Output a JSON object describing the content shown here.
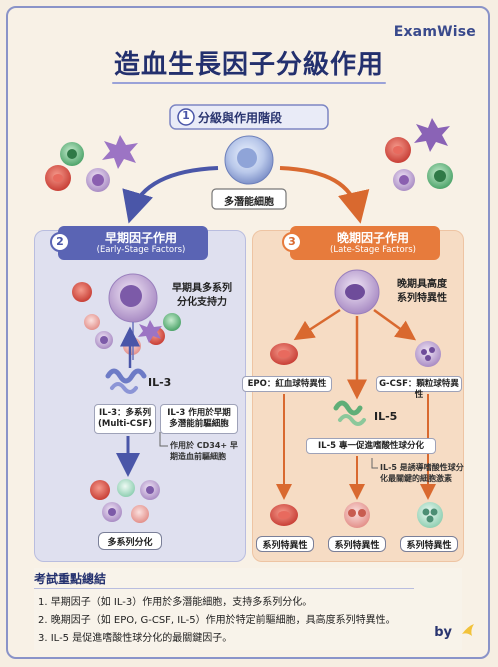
{
  "brand": "ExamWise",
  "title": "造血生長因子分級作用",
  "stage": {
    "number": "1",
    "label": "分級與作用階段"
  },
  "stem_cell_label": "多潛能細胞",
  "early": {
    "number": "2",
    "title": "早期因子作用",
    "subtitle": "(Early-Stage Factors)",
    "support_line1": "早期具多系列",
    "support_line2": "分化支持力",
    "factor": "IL-3",
    "box1_line1": "IL-3：多系列",
    "box1_line2": "(Multi-CSF)",
    "box2_line1": "IL-3 作用於早期",
    "box2_line2": "多潛能前驅細胞",
    "note_line1": "作用於 CD34+ 早",
    "note_line2": "期造血前驅細胞",
    "result": "多系列分化"
  },
  "late": {
    "number": "3",
    "title": "晚期因子作用",
    "subtitle": "(Late-Stage Factors)",
    "spec_line1": "晚期具高度",
    "spec_line2": "系列特異性",
    "epo_label": "EPO：紅血球特異性",
    "gcsf_label": "G-CSF：顆粒球特異性",
    "il5": "IL-5",
    "il5_label": "IL-5 專一促進嗜酸性球分化",
    "note_line1": "IL-5 是誘導嗜酸性球分",
    "note_line2": "化最關鍵的細胞激素",
    "result1": "系列特異性",
    "result2": "系列特異性",
    "result3": "系列特異性"
  },
  "summary": {
    "title": "考試重點總結",
    "items": [
      "1. 早期因子（如 IL-3）作用於多潛能細胞，支持多系列分化。",
      "2. 晚期因子（如 EPO, G-CSF, IL-5）作用於特定前驅細胞，具高度系列特異性。",
      "3. IL-5 是促進嗜酸性球分化的最關鍵因子。"
    ]
  },
  "byline": "by",
  "colors": {
    "navy": "#23306e",
    "blue_header": "#5a64b4",
    "orange_header": "#e77b3c",
    "early_bg": "#dfe0ef",
    "late_bg": "#f6dcc4"
  }
}
